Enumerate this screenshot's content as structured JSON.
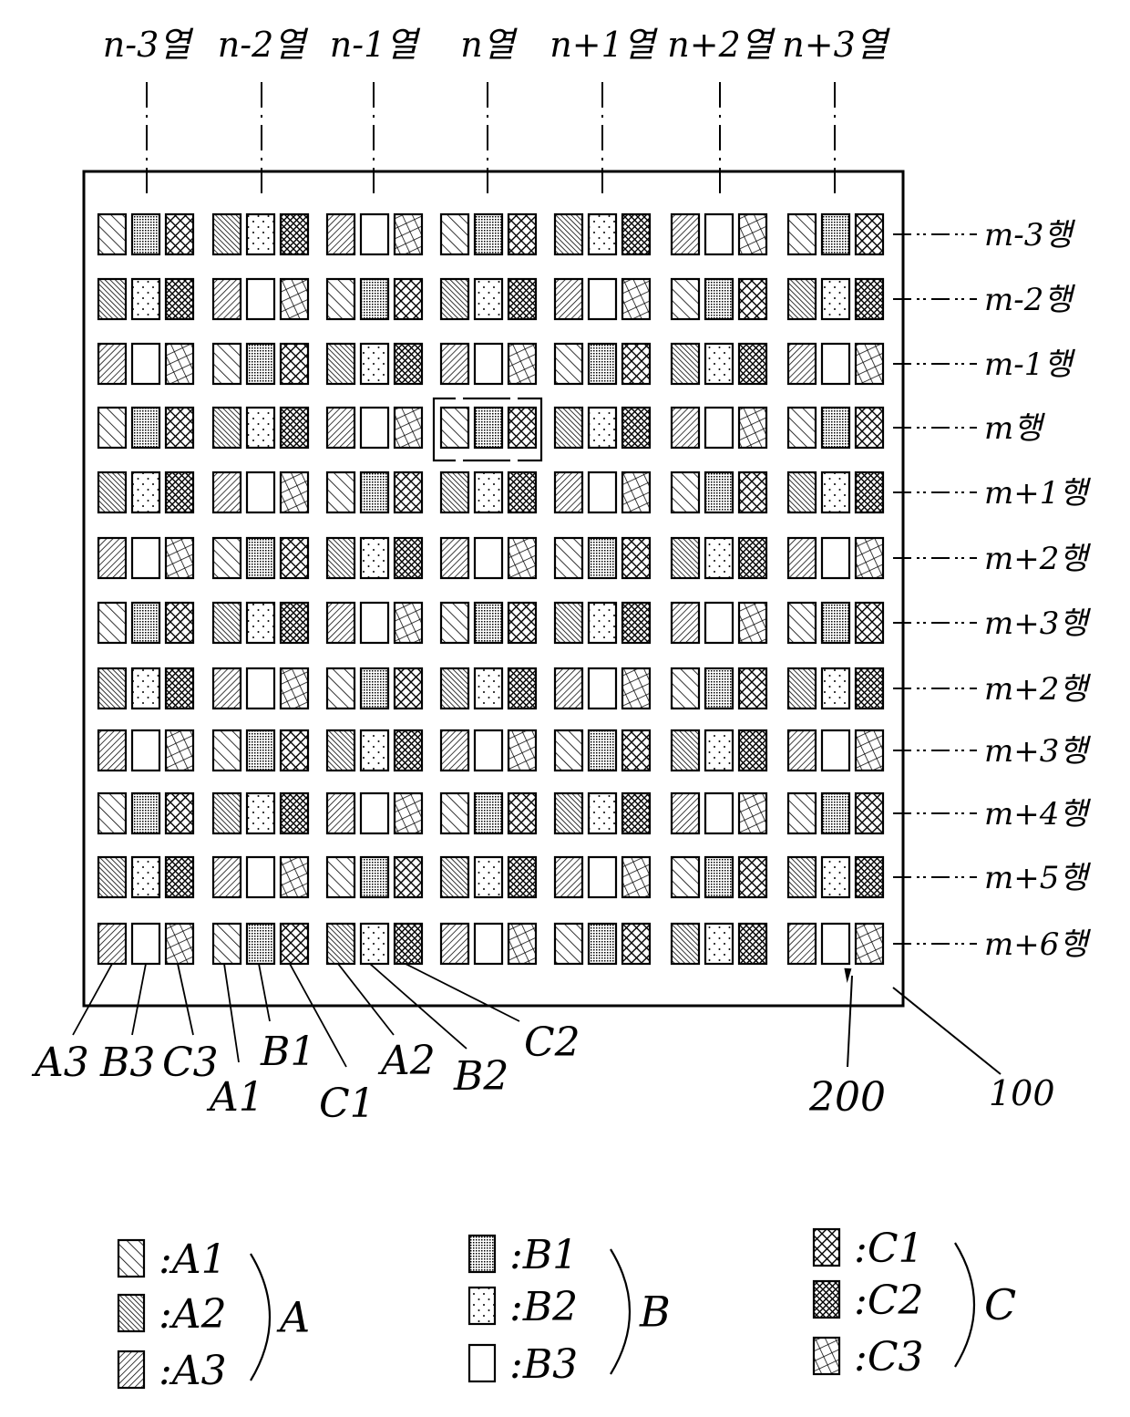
{
  "figure": {
    "columns": [
      "n-3열",
      "n-2열",
      "n-1열",
      "n열",
      "n+1열",
      "n+2열",
      "n+3열"
    ],
    "rows": [
      "m-3행",
      "m-2행",
      "m-1행",
      "m행",
      "m+1행",
      "m+2행",
      "m+3행",
      "m+2행",
      "m+3행",
      "m+4행",
      "m+5행",
      "m+6행"
    ],
    "pixel_types": {
      "A": [
        "A1",
        "A2",
        "A3"
      ],
      "B": [
        "B1",
        "B2",
        "B3"
      ],
      "C": [
        "C1",
        "C2",
        "C3"
      ]
    },
    "sequence_period_columns": 3,
    "sequence_period_rows": 3,
    "highlighted_cell": {
      "row": "m행",
      "column": "n열"
    },
    "callouts": {
      "substrate": "100",
      "pixel": "200",
      "bottom_left_units": [
        "A3",
        "B3",
        "C3",
        "A1",
        "B1",
        "C1",
        "A2",
        "B2",
        "C2"
      ]
    },
    "legend": {
      "groups": [
        {
          "name": "A",
          "items": [
            ":A1",
            ":A2",
            ":A3"
          ]
        },
        {
          "name": "B",
          "items": [
            ":B1",
            ":B2",
            ":B3"
          ]
        },
        {
          "name": "C",
          "items": [
            ":C1",
            ":C2",
            ":C3"
          ]
        }
      ]
    }
  }
}
